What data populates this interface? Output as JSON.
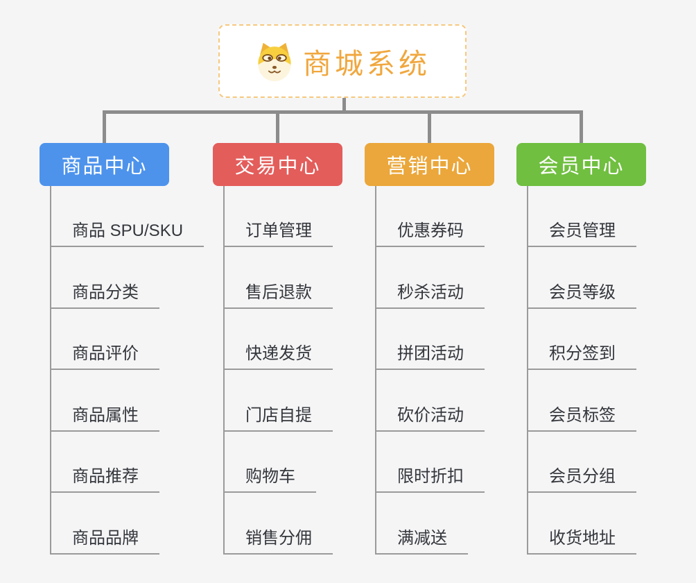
{
  "root": {
    "title": "商城系统",
    "icon": "dog-face",
    "accent_color": "#F0A73E",
    "border_color": "#F6C87E"
  },
  "connector_color": "#8C8C8C",
  "child_line_color": "#9A9A9A",
  "branches": [
    {
      "id": "product-center",
      "label": "商品中心",
      "color": "#4D93EC",
      "children": [
        "商品 SPU/SKU",
        "商品分类",
        "商品评价",
        "商品属性",
        "商品推荐",
        "商品品牌"
      ]
    },
    {
      "id": "trade-center",
      "label": "交易中心",
      "color": "#E35D5B",
      "children": [
        "订单管理",
        "售后退款",
        "快递发货",
        "门店自提",
        "购物车",
        "销售分佣"
      ]
    },
    {
      "id": "marketing-center",
      "label": "营销中心",
      "color": "#EBA73B",
      "children": [
        "优惠券码",
        "秒杀活动",
        "拼团活动",
        "砍价活动",
        "限时折扣",
        "满减送"
      ]
    },
    {
      "id": "member-center",
      "label": "会员中心",
      "color": "#70BF40",
      "children": [
        "会员管理",
        "会员等级",
        "积分签到",
        "会员标签",
        "会员分组",
        "收货地址"
      ]
    }
  ]
}
